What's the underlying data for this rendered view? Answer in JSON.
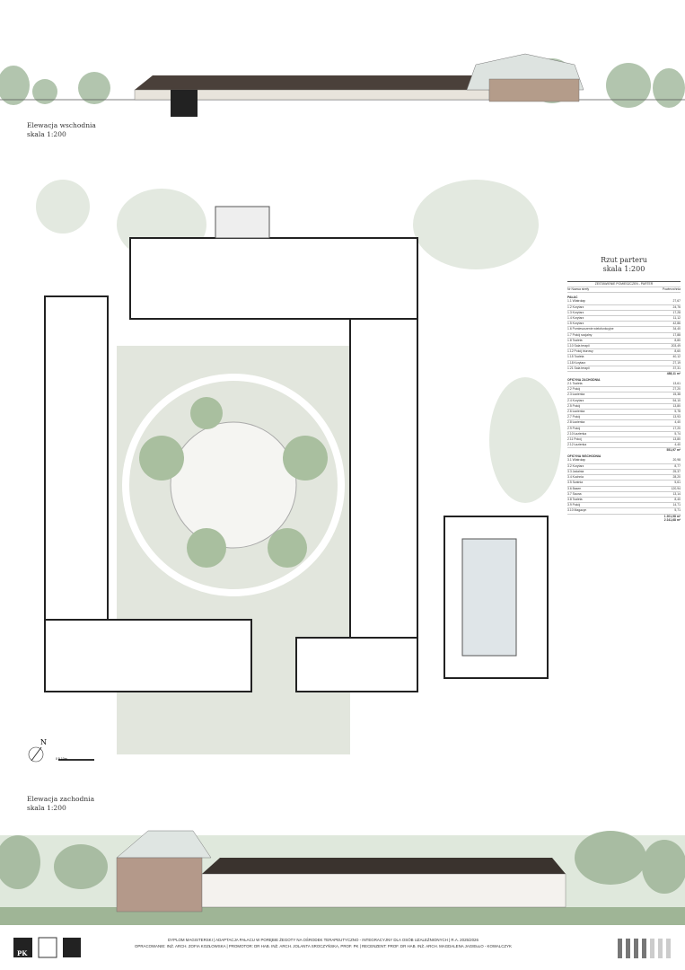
{
  "elevation_east": {
    "title": "Elewacja wschodnia",
    "scale": "skala 1:200"
  },
  "elevation_west": {
    "title": "Elewacja zachodnia",
    "scale": "skala 1:200"
  },
  "plan": {
    "north": "N",
    "scalebar": "0   5   10m"
  },
  "legend": {
    "title": "Rzut parteru",
    "scale": "skala 1:200",
    "table_title": "ZESTAWIENIE POMIESZCZEŃ - PARTER",
    "col_name": "Nr  Nazwa strefy",
    "col_area": "Powierzchnia",
    "sections": [
      {
        "name": "PAŁAC",
        "rows": [
          [
            "1.1 Wiatrołap",
            "27,67"
          ],
          [
            "1.2 Korytarz",
            "24,76"
          ],
          [
            "1.3 Korytarz",
            "17,28"
          ],
          [
            "1.4 Korytarz",
            "11,12"
          ],
          [
            "1.5 Korytarz",
            "42,86"
          ],
          [
            "1.6 Pomieszczenie wielofunkcyjne",
            "34,40"
          ],
          [
            "1.7 Pokój socjalny",
            "17,88"
          ],
          [
            "1.8 Toaleta",
            "8,80"
          ],
          [
            "1.10 Sala terapii",
            "203,49"
          ],
          [
            "1.12 Pokój biurowy",
            "8,60"
          ],
          [
            "1.15 Toaleta",
            "40,12"
          ],
          [
            "1.18 Korytarz",
            "27,19"
          ],
          [
            "1.21 Sala terapii",
            "37,31"
          ]
        ],
        "total": "488,11 m²"
      },
      {
        "name": "OFICYNA ZACHODNIA",
        "rows": [
          [
            "2.1 Toaleta",
            "13,61"
          ],
          [
            "2.2 Pokój",
            "27,20"
          ],
          [
            "2.3 Łazienka",
            "15,38"
          ],
          [
            "2.4 Korytarz",
            "54,10"
          ],
          [
            "2.5 Pokój",
            "13,80"
          ],
          [
            "2.6 Łazienka",
            "5,78"
          ],
          [
            "2.7 Pokój",
            "13,93"
          ],
          [
            "2.8 Łazienka",
            "4,40"
          ],
          [
            "2.9 Pokój",
            "17,20"
          ],
          [
            "2.10 Łazienka",
            "5,74"
          ],
          [
            "2.11 Pokój",
            "13,80"
          ],
          [
            "2.12 Łazienka",
            "4,40"
          ]
        ],
        "total": "551,97 m²"
      },
      {
        "name": "OFICYNA WSCHODNIA",
        "rows": [
          [
            "3.1 Wiatrołap",
            "20,98"
          ],
          [
            "3.2 Korytarz",
            "8,77"
          ],
          [
            "3.3 Jadalnia",
            "25,37"
          ],
          [
            "3.4 Kuchnia",
            "28,20"
          ],
          [
            "3.5 Szatnia",
            "5,61"
          ],
          [
            "3.6 Basen",
            "120,94"
          ],
          [
            "3.7 Sauna",
            "13,14"
          ],
          [
            "3.8 Toaleta",
            "8,40"
          ],
          [
            "3.9 Pokój",
            "14,71"
          ],
          [
            "3.10 Magazyn",
            "5,71"
          ]
        ],
        "total": "1 201,98 m²"
      }
    ],
    "grand_total": "2 241,68 m²"
  },
  "footer": {
    "line1": "DYPLOM MAGISTERSKI | ADAPTACJA PAŁACU W PORĘBIE ŻEGOTY NA OŚRODEK TERAPEUTYCZNO - INTEGRACYJNY DLA OSÓB UZALEŻNIONYCH | R.A. 2025/2026",
    "line2": "OPRACOWANIE: INŻ. ARCH. ZOFIA KOZŁOWSKA | PROMOTOR: DR HAB. INŻ. ARCH. JOLANTA SROCZYŃSKA, PROF. PK | RECENZENT: PROF. DR HAB. INŻ. ARCH. MAGDALENA JAGIEŁŁO - KOWALCZYK",
    "logo_text": "PK"
  }
}
